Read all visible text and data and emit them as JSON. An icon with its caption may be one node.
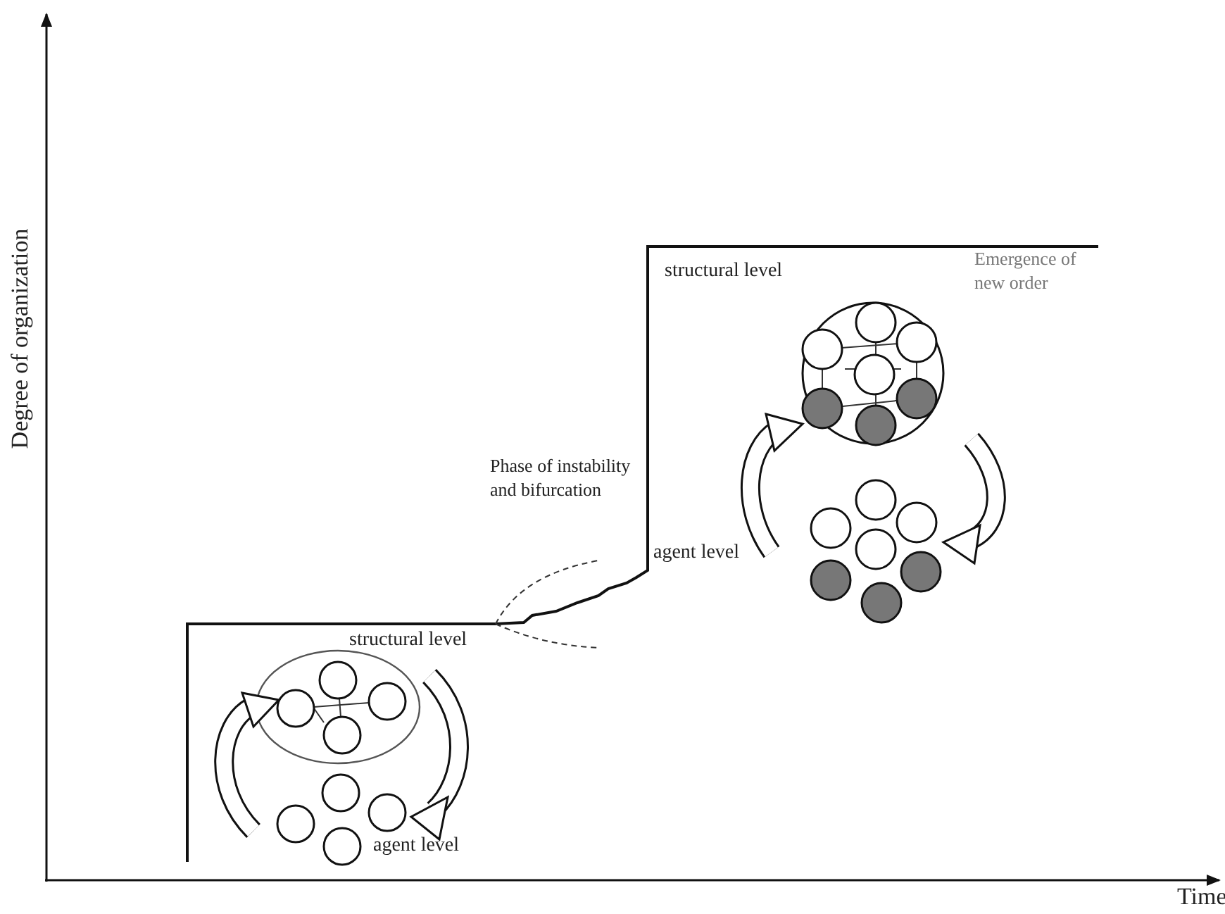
{
  "diagram": {
    "labels": [
      "Degree of organization",
      "Time",
      "structural level",
      "agent level",
      "Phase of instability and bifurcation",
      "structural level",
      "Emergence of new order",
      "agent level"
    ]
  }
}
